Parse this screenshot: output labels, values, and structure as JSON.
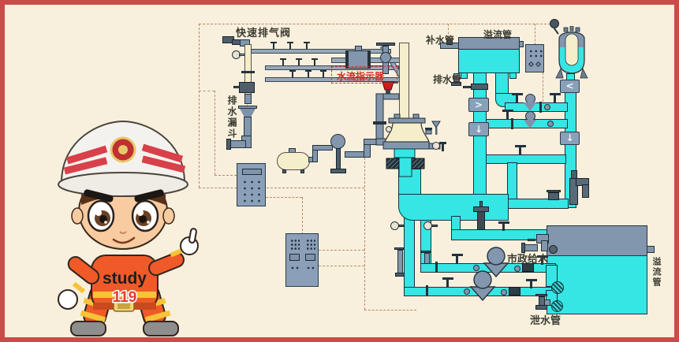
{
  "page": {
    "background": "#f8f0dd",
    "border_color": "#cc4a48"
  },
  "character": {
    "shirt_top": "study",
    "shirt_bottom": "119"
  },
  "labels": {
    "quick_exhaust_valve": "快速排气阀",
    "water_flow_indicator": "水流指示器",
    "drain_funnel": "排水漏斗",
    "makeup_pipe": "补水管",
    "overflow_pipe_top": "溢流管",
    "drain_pipe_tank": "排水管",
    "municipal_water": "市政给水",
    "overflow_pipe_reservoir": "溢流管",
    "drain_pipe_bottom": "泄水管"
  },
  "icons": {
    "check_valve_right": ">",
    "check_valve_down_a": "↓",
    "check_valve_left": "<",
    "check_valve_down_b": "↓"
  },
  "colors": {
    "pipe_cyan": "#35e6e4",
    "pipe_gray": "#8296ad",
    "dashed_line": "#bd8668",
    "label_dark": "#3c3c33",
    "label_red": "#cf2b20",
    "valve_red": "#cc1d1d",
    "tank_lid": "#8296ad",
    "suit_orange": "#f05a28",
    "suit_stripe_yellow": "#f7c437"
  }
}
